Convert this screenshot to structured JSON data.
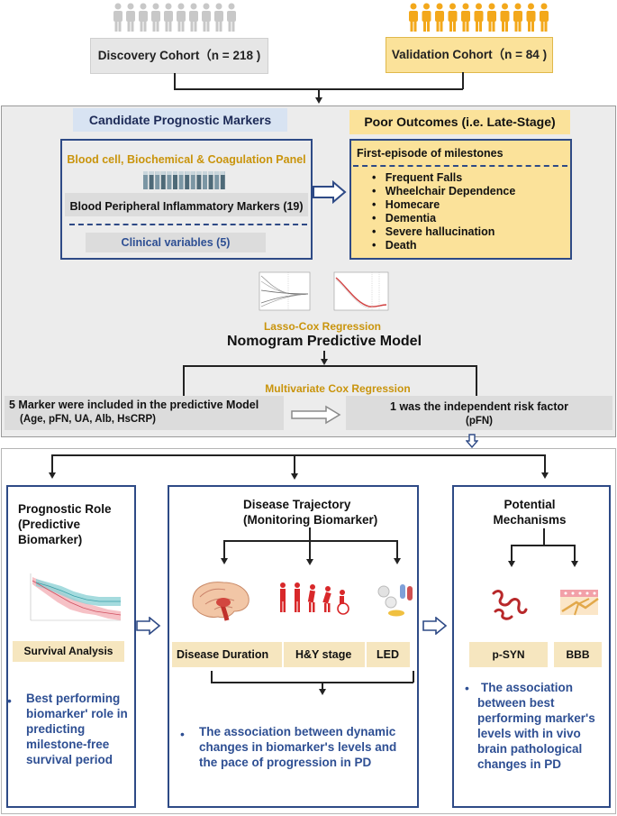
{
  "cohorts": {
    "discovery_label": "Discovery Cohort（n = 218 )",
    "validation_label": "Validation Cohort（n = 84 )"
  },
  "candidate": {
    "title": "Candidate Prognostic Markers",
    "panel_label": "Blood cell, Biochemical & Coagulation Panel",
    "inflammatory_label": "Blood Peripheral Inflammatory Markers (19)",
    "clinical_label": "Clinical variables (5)"
  },
  "outcomes": {
    "title": "Poor Outcomes (i.e. Late-Stage)",
    "subtitle": "First-episode of milestones",
    "items": [
      "Frequent Falls",
      "Wheelchair Dependence",
      "Homecare",
      "Dementia",
      "Severe hallucination",
      "Death"
    ]
  },
  "model": {
    "lasso_label": "Lasso-Cox Regression",
    "nomogram_title": "Nomogram Predictive Model",
    "multivariate_label": "Multivariate Cox Regression",
    "markers_line1": "5 Marker were included in the predictive Model",
    "markers_line2": "(Age, pFN, UA, Alb, HsCRP)",
    "independent_line1": "1 was the independent risk factor",
    "independent_line2": "(pFN)"
  },
  "prognostic": {
    "title_lines": [
      "Prognostic Role",
      "(Predictive",
      "Biomarker)"
    ],
    "survival_label": "Survival Analysis",
    "bullet_lines": [
      "Best performing",
      "biomarker' role in",
      "predicting",
      "milestone-free",
      "survival period"
    ]
  },
  "trajectory": {
    "title_lines": [
      "Disease Trajectory",
      "(Monitoring Biomarker)"
    ],
    "labels": [
      "Disease Duration",
      "H&Y stage",
      "LED"
    ],
    "bullet_lines": [
      "The association between dynamic",
      "changes in biomarker's levels and",
      "the pace of progression in PD"
    ]
  },
  "mechanisms": {
    "title_lines": [
      "Potential",
      "Mechanisms"
    ],
    "labels": [
      "p-SYN",
      "BBB"
    ],
    "bullet_lines": [
      "The association",
      "between best",
      "performing marker's",
      "levels with in vivo",
      "brain pathological",
      "changes in PD"
    ]
  },
  "colors": {
    "gold": "#f3a81b",
    "gray_people": "#c8c8c8",
    "navy": "#2e4a86",
    "bullet_blue": "#2e4f93",
    "gold_text": "#c9940c"
  }
}
